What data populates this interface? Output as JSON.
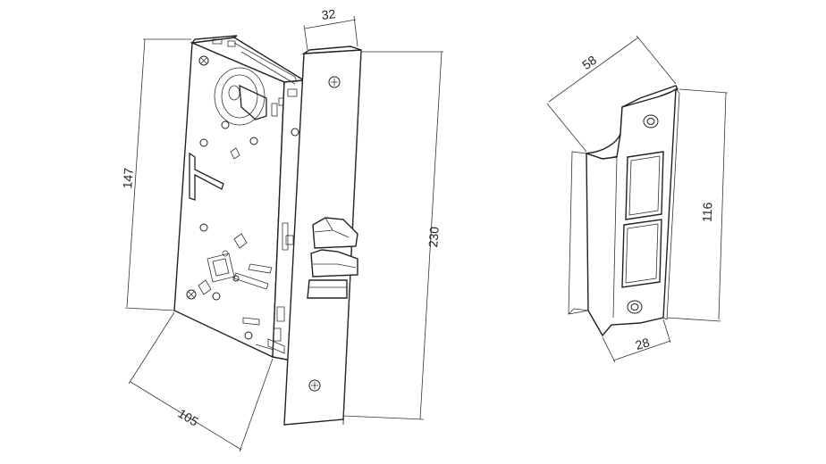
{
  "mortise_lock": {
    "dimensions": {
      "height_body": "147",
      "depth_body": "105",
      "faceplate_width": "32",
      "faceplate_height": "230"
    }
  },
  "strike_plate": {
    "dimensions": {
      "lip_width": "58",
      "height": "116",
      "plate_width": "28"
    }
  },
  "colors": {
    "line": "#222222",
    "background": "#ffffff"
  }
}
